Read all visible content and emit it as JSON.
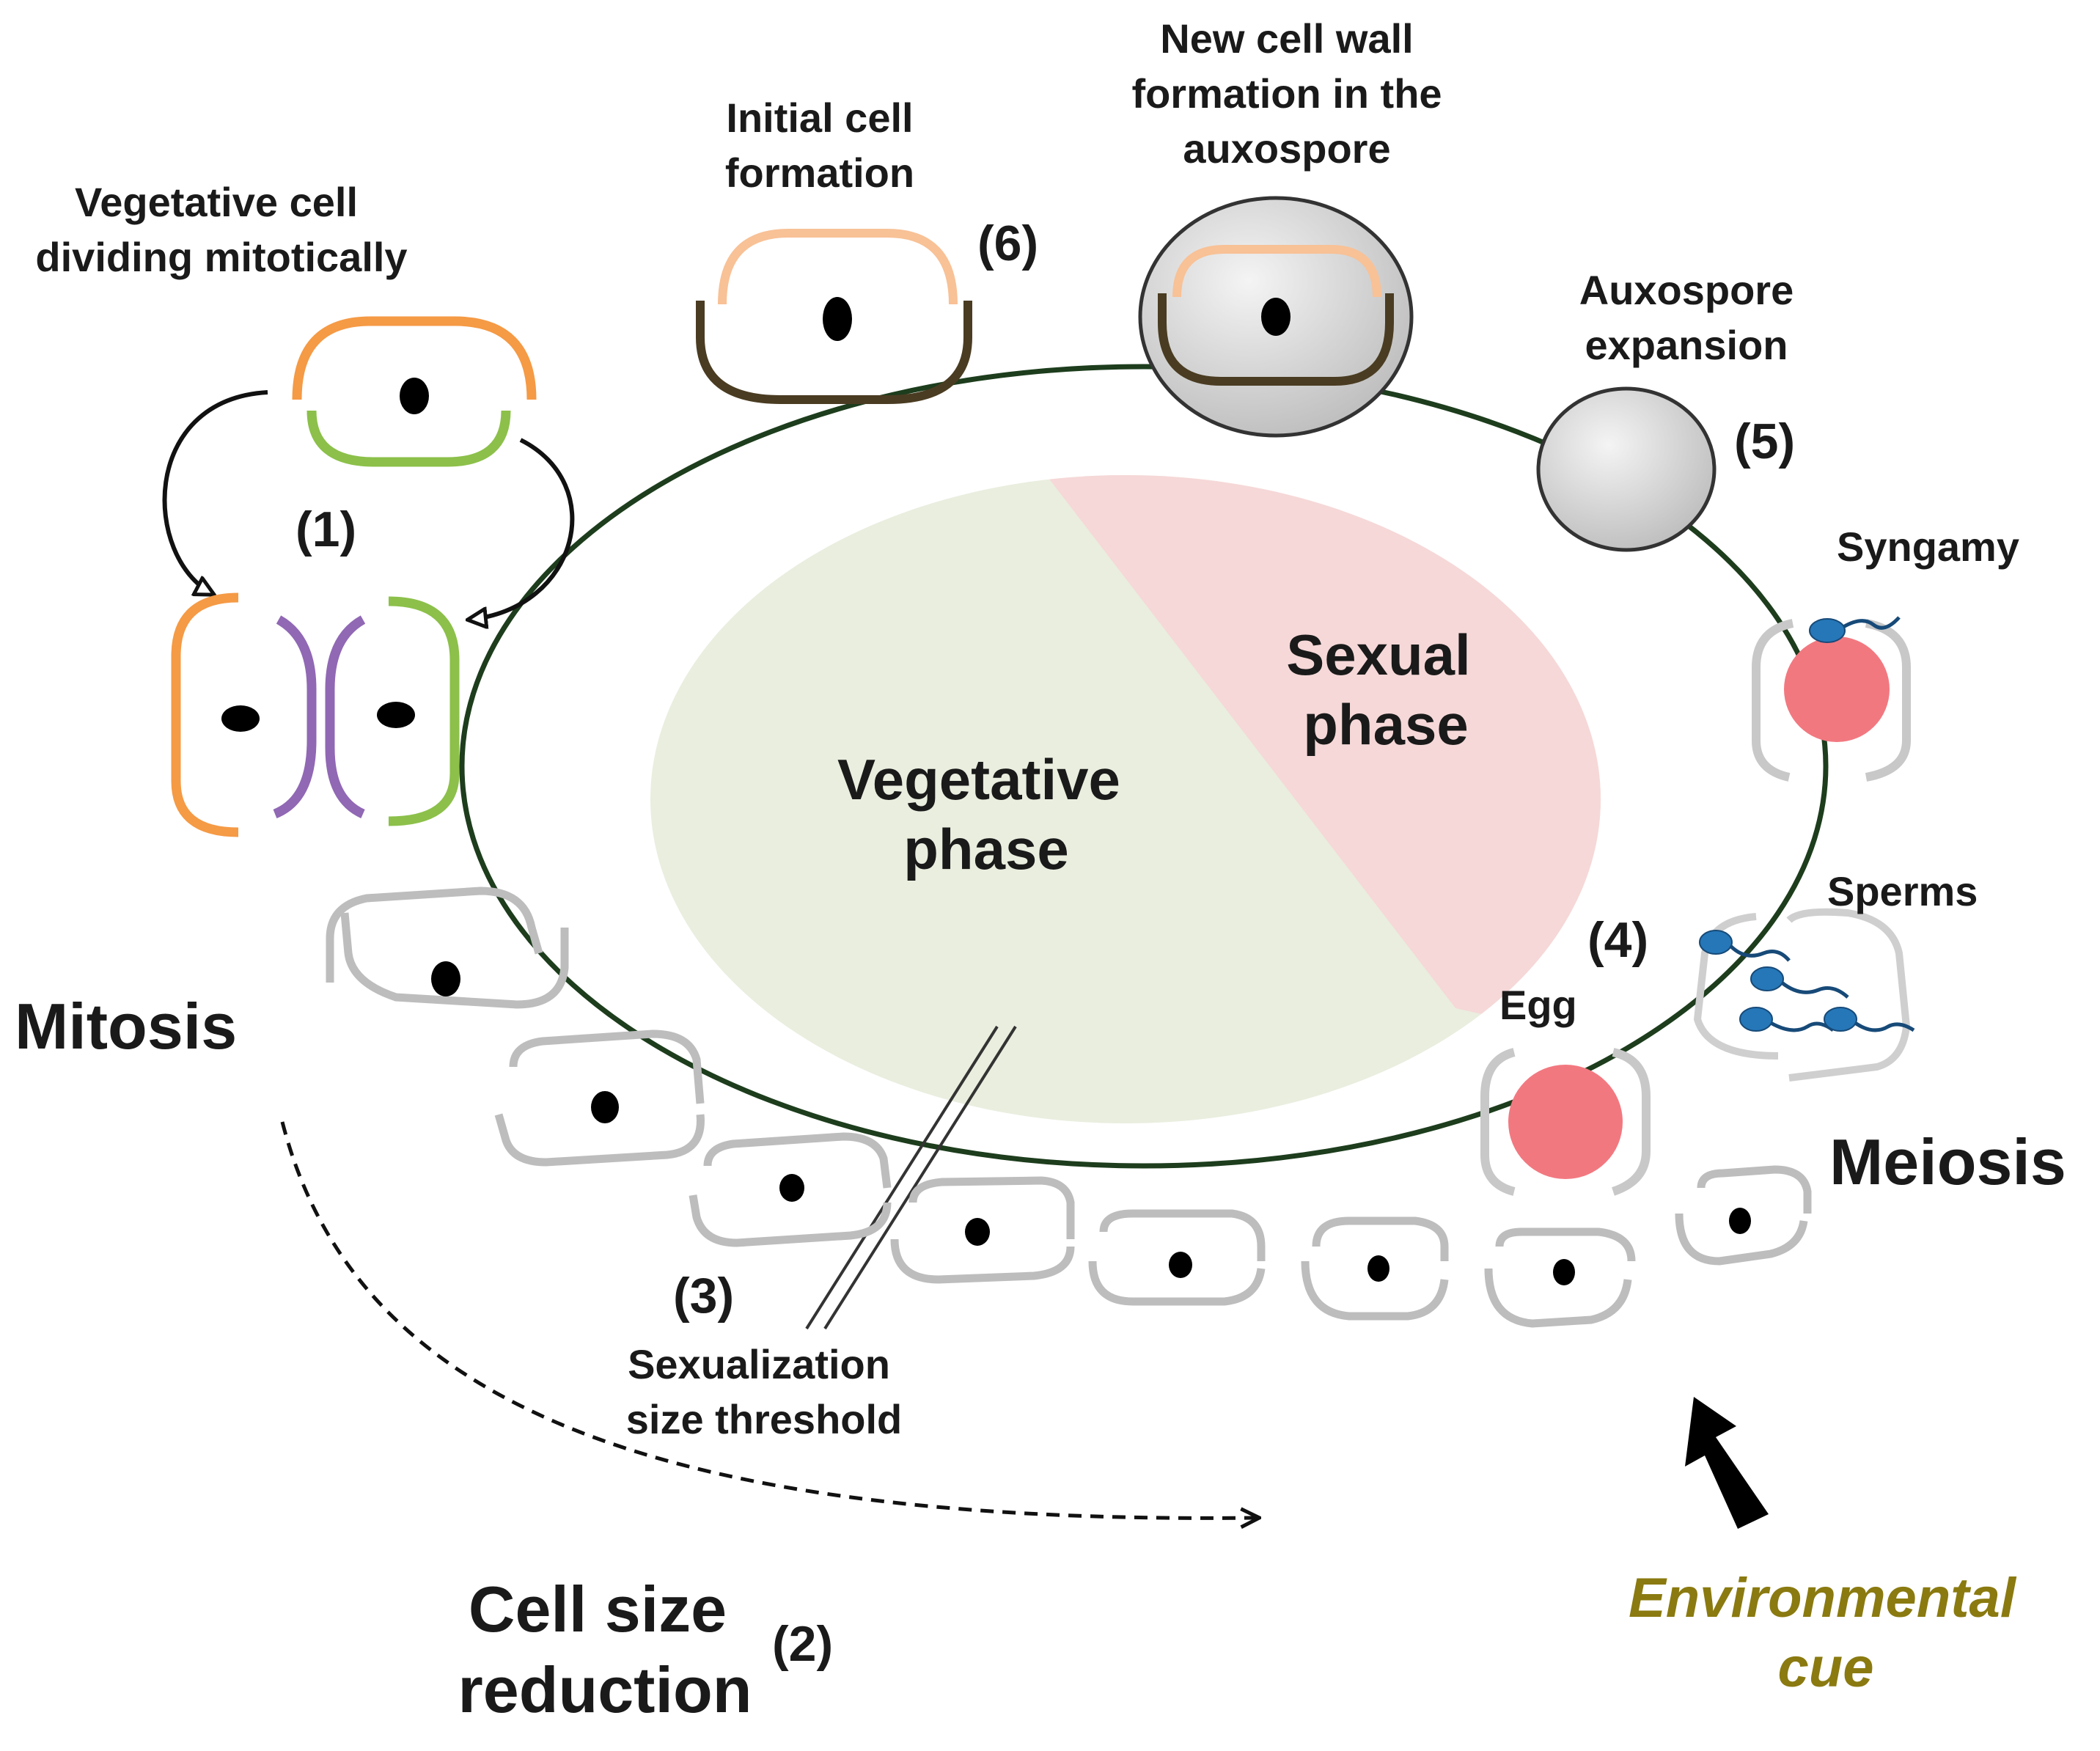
{
  "labels": {
    "vegetative_cell_line1": "Vegetative cell",
    "vegetative_cell_line2": "dividing mitotically",
    "step1": "(1)",
    "initial_cell_line1": "Initial cell",
    "initial_cell_line2": "formation",
    "step6": "(6)",
    "new_wall_line1": "New cell wall",
    "new_wall_line2": "formation in the",
    "new_wall_line3": "auxospore",
    "auxospore_exp_line1": "Auxospore",
    "auxospore_exp_line2": "expansion",
    "step5": "(5)",
    "syngamy": "Syngamy",
    "sperms": "Sperms",
    "step4": "(4)",
    "egg": "Egg",
    "meiosis": "Meiosis",
    "mitosis": "Mitosis",
    "step3": "(3)",
    "threshold_line1": "Sexualization",
    "threshold_line2": "size threshold",
    "cell_size_line1": "Cell size",
    "cell_size_line2": "reduction",
    "step2": "(2)",
    "env_line1": "Environmental",
    "env_line2": "cue",
    "vegetative_phase_line1": "Vegetative",
    "vegetative_phase_line2": "phase",
    "sexual_phase_line1": "Sexual",
    "sexual_phase_line2": "phase"
  },
  "colors": {
    "cycle_ring": "#1d3d1d",
    "vegetative_phase_fill": "#e9eedf",
    "sexual_phase_fill": "#f6d8d8",
    "valve_orange": "#f59a45",
    "valve_green": "#8cc04a",
    "valve_purple": "#9068b4",
    "valve_peach": "#f8c196",
    "valve_dark": "#4a3c22",
    "grey_cell": "#bdbdbd",
    "egg": "#f27880",
    "sperm": "#2577b8",
    "environmental_cue_text": "#8a7a10"
  }
}
